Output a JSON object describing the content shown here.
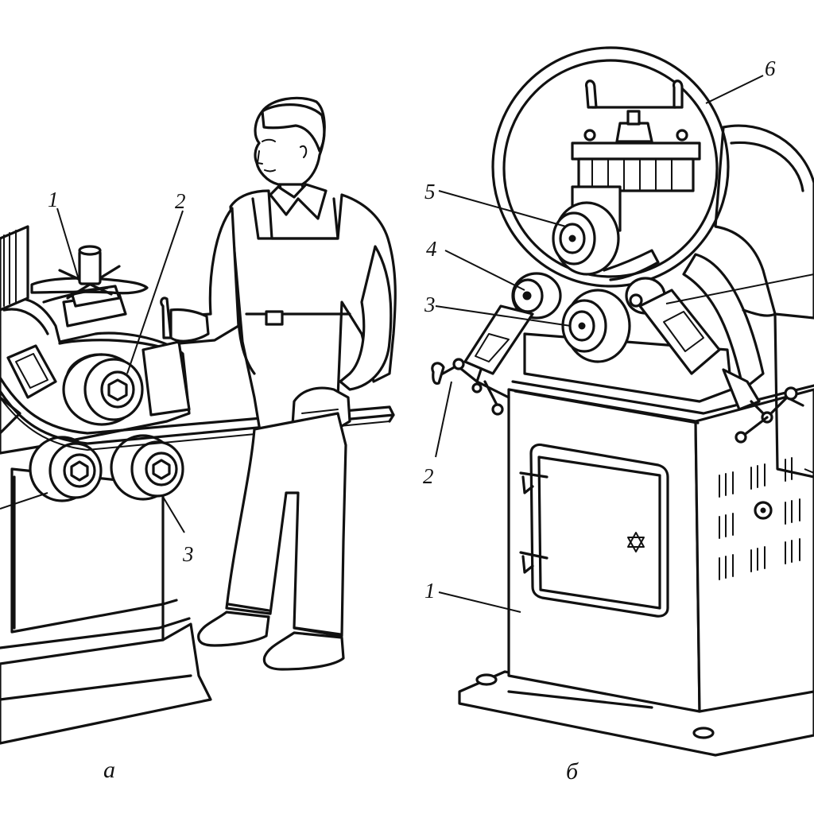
{
  "panels": {
    "a": {
      "label": "а",
      "callouts": {
        "c1": "1",
        "c2": "2",
        "c3": "3"
      }
    },
    "b": {
      "label": "б",
      "callouts": {
        "c1": "1",
        "c2": "2",
        "c3": "3",
        "c4": "4",
        "c5": "5",
        "c6": "6"
      }
    }
  }
}
